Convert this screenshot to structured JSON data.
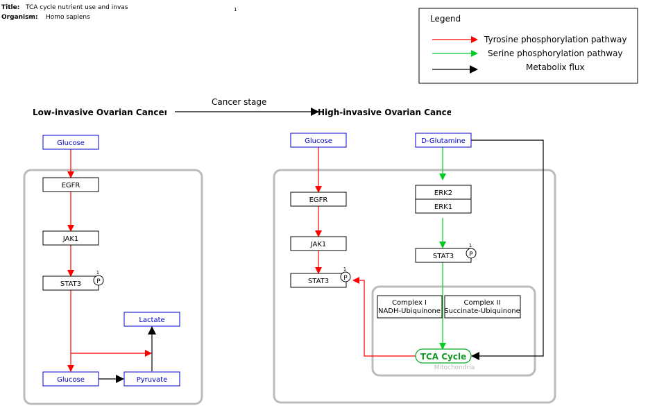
{
  "header": {
    "title_label": "Title:",
    "title_value": "TCA cycle nutrient use and invas",
    "organism_label": "Organism:",
    "organism_value": "Homo sapiens",
    "page_marker": "1"
  },
  "legend": {
    "title": "Legend",
    "items": [
      {
        "label": "Tyrosine phosphorylation pathway",
        "color": "#ff0000"
      },
      {
        "label": "Serine phosphorylation pathway",
        "color": "#00cc44"
      },
      {
        "label": "Metabolix flux",
        "color": "#000000"
      }
    ]
  },
  "stage": {
    "label": "Cancer stage",
    "low": "Low-invasive Ovarian Cancer",
    "high": "High-invasive Ovarian Cancer"
  },
  "low_panel": {
    "glucose_top": "Glucose",
    "egfr": "EGFR",
    "jak1": "JAK1",
    "stat3": "STAT3",
    "phospho": "P",
    "phospho_site": "1",
    "lactate": "Lactate",
    "glucose_bottom": "Glucose",
    "pyruvate": "Pyruvate"
  },
  "high_panel": {
    "glucose": "Glucose",
    "glutamine": "D-Glutamine",
    "egfr": "EGFR",
    "jak1": "JAK1",
    "stat3_left": "STAT3",
    "erk2": "ERK2",
    "erk1": "ERK1",
    "stat3_right": "STAT3",
    "phospho": "P",
    "phospho_site": "1",
    "complex1_line1": "Complex I",
    "complex1_line2": "NADH-Ubiquinone",
    "complex2_line1": "Complex II",
    "complex2_line2": "Succinate-Ubiquinone",
    "tca": "TCA Cycle",
    "mitochondria": "Mitochondria"
  },
  "colors": {
    "red": "#ff0000",
    "green": "#00cc22",
    "metabolite_blue": "#0000cc",
    "compartment_gray": "#bbbbbb"
  }
}
